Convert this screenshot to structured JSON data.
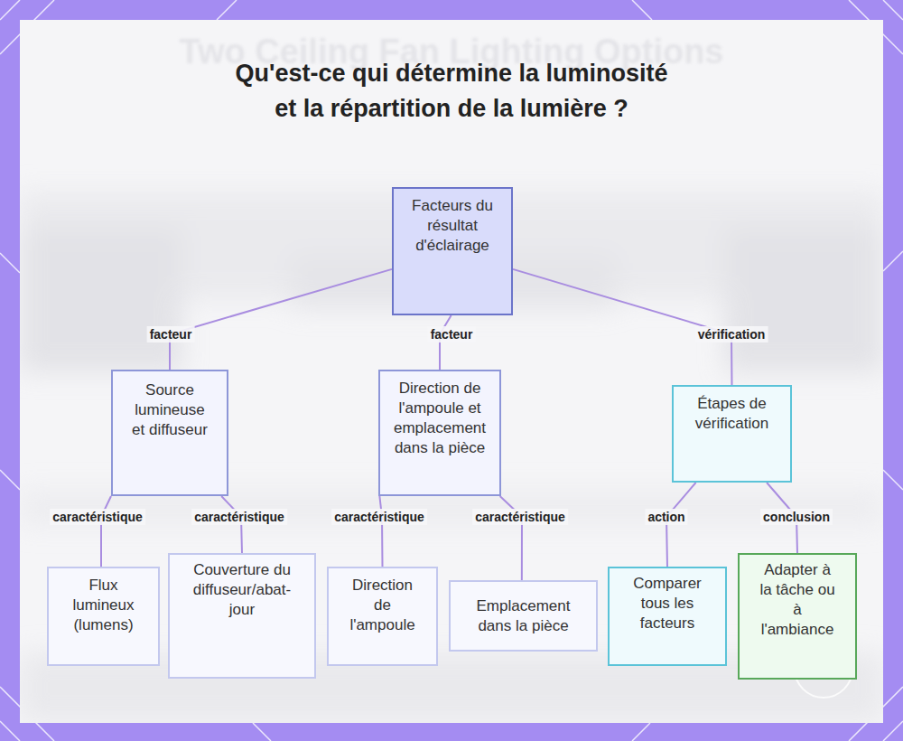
{
  "diagram": {
    "title": "Qu'est-ce qui détermine la luminosité et la répartition de la lumière ?",
    "nodes": [
      {
        "text": [
          "Facteurs du résultat d'éclairage"
        ]
      },
      {
        "text": [
          "Source lumineuse et diffuseur"
        ]
      },
      {
        "text": [
          "Direction de l'ampoule et emplacement dans la pièce"
        ]
      },
      {
        "text": [
          "Étapes de vérification"
        ]
      },
      {
        "text": [
          "Flux lumineux (lumens)"
        ]
      },
      {
        "text": [
          "Couverture du diffuseur/abat-jour"
        ]
      },
      {
        "text": [
          "Direction de l'ampoule"
        ]
      },
      {
        "text": [
          "Emplacement dans la pièce"
        ]
      },
      {
        "text": [
          "Comparer tous les facteurs"
        ]
      },
      {
        "text": [
          "Adapter à la tâche ou à l'ambiance"
        ]
      }
    ],
    "edges": [
      {
        "from": 0,
        "to": 1,
        "label": "facteur",
        "arrow": "none"
      },
      {
        "from": 0,
        "to": 2,
        "label": "facteur",
        "arrow": "none"
      },
      {
        "from": 0,
        "to": 3,
        "label": "vérification",
        "arrow": "none"
      },
      {
        "from": 1,
        "to": 4,
        "label": "caractéristique",
        "arrow": "none"
      },
      {
        "from": 1,
        "to": 5,
        "label": "caractéristique",
        "arrow": "none"
      },
      {
        "from": 2,
        "to": 6,
        "label": "caractéristique",
        "arrow": "none"
      },
      {
        "from": 2,
        "to": 7,
        "label": "caractéristique",
        "arrow": "none"
      },
      {
        "from": 3,
        "to": 8,
        "label": "action",
        "arrow": "none"
      },
      {
        "from": 3,
        "to": 9,
        "label": "conclusion",
        "arrow": "none"
      }
    ],
    "labels": [
      "Two Ceiling Fan Lighting Options"
    ]
  }
}
